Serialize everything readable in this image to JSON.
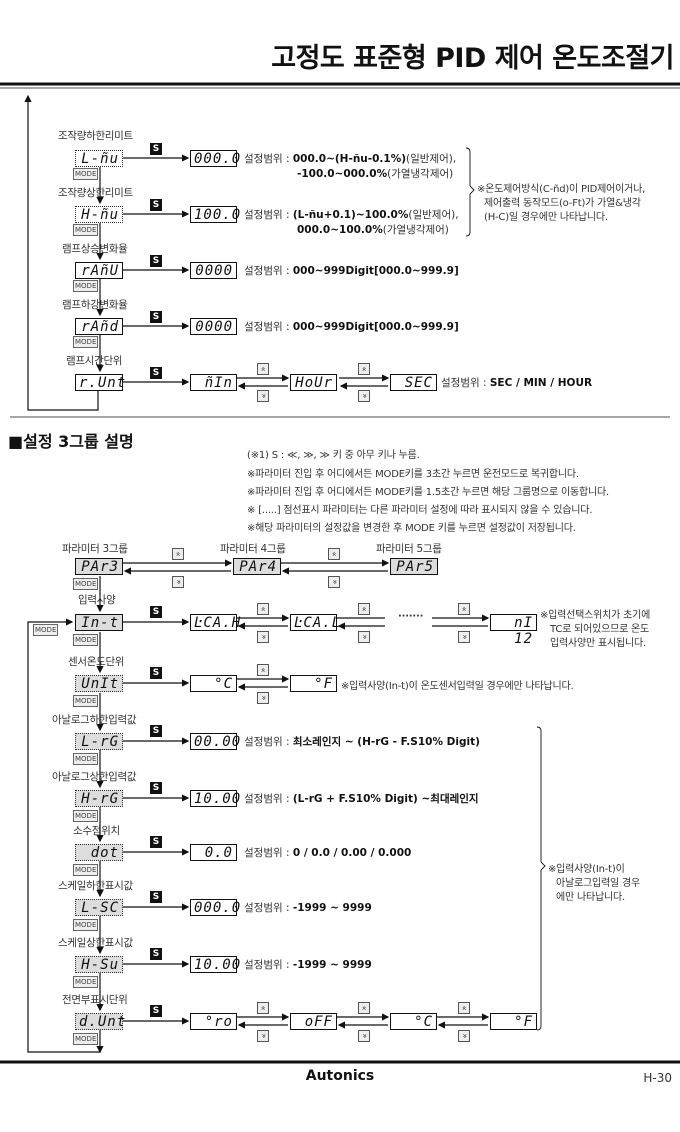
{
  "header": {
    "title": "고정도 표준형 PID 제어 온도조절기"
  },
  "keys": {
    "s": "S",
    "mode": "MODE",
    "up": "»",
    "down": "»"
  },
  "range_label": "설정범위 :",
  "section1": {
    "rows": [
      {
        "label": "조작량하한리미트",
        "code": "L-ñu",
        "value": "000.0",
        "l1b": "000.0~(H-ñu-0.1%)",
        "l1n": "(일반제어),",
        "l2b": "-100.0~000.0%",
        "l2n": "(가열냉각제어)"
      },
      {
        "label": "조작량상한리미트",
        "code": "H-ñu",
        "value": "100.0",
        "l1b": "(L-ñu+0.1)~100.0%",
        "l1n": "(일반제어),",
        "l2b": "000.0~100.0%",
        "l2n": "(가열냉각제어)"
      },
      {
        "label": "램프상승변화율",
        "code": "rAñU",
        "value": "0000",
        "range": "000~999Digit[000.0~999.9]"
      },
      {
        "label": "램프하강변화율",
        "code": "rAñd",
        "value": "0000",
        "range": "000~999Digit[000.0~999.9]"
      },
      {
        "label": "램프시간단위",
        "code": "r.Unt",
        "options": [
          "ñIn",
          "HoUr",
          "SEC"
        ],
        "range": "SEC / MIN / HOUR"
      }
    ],
    "note": [
      "※온도제어방식(C-ñd)이 PID제어이거나,",
      "제어출력 동작모드(o-Ft)가 가열&냉각",
      "(H-C)일 경우에만 나타납니다."
    ]
  },
  "section2": {
    "heading": "■설정 3그룹 설명",
    "notes": [
      "(※1) S : ≪, ≫, ≫ 키 중 아무 키나 누름.",
      "※파라미터 진입 후 어디에서든 MODE키를 3초간 누르면 운전모드로 복귀합니다.",
      "※파라미터 진입 후 어디에서든 MODE키를 1.5초간 누르면 해당 그룹명으로 이동합니다.",
      "※ [.....] 점선표시 파라미터는 다른 파라미터 설정에 따라 표시되지 않을 수 있습니다.",
      "※해당 파라미터의 설정값을 변경한 후 MODE 키를 누르면 설정값이 저장됩니다."
    ],
    "groups": [
      {
        "label": "파라미터 3그룹",
        "code": "PAr3"
      },
      {
        "label": "파라미터 4그룹",
        "code": "PAr4"
      },
      {
        "label": "파라미터 5그룹",
        "code": "PAr5"
      }
    ],
    "input": {
      "label": "입력사양",
      "code": "In-t",
      "options": [
        "ĿCA.H",
        "ĿCA.L",
        "nI 12"
      ],
      "ellipsis": "·······",
      "note": [
        "※입력선택스위치가 초기에",
        "TC로 되어있으므로 온도",
        "입력사양만 표시됩니다."
      ]
    },
    "unit": {
      "label": "센서온도단위",
      "code": "UnIt",
      "options": [
        "°C",
        "°F"
      ],
      "note": "※입력사양(In-t)이 온도센서입력일 경우에만 나타납니다."
    },
    "rows": [
      {
        "label": "아날로그하한입력값",
        "code": "L-rG",
        "value": "00.00",
        "rb": "최소레인지 ~ (H-rG - F.S10% Digit)"
      },
      {
        "label": "아날로그상한입력값",
        "code": "H-rG",
        "value": "10.00",
        "rb": "(L-rG + F.S10% Digit) ~최대레인지"
      },
      {
        "label": "소수점위치",
        "code": "dot",
        "value": "0.0",
        "rb": "0 / 0.0 / 0.00 / 0.000"
      },
      {
        "label": "스케일하한표시값",
        "code": "L-SC",
        "value": "000.0",
        "rb": "-1999 ~ 9999"
      },
      {
        "label": "스케일상한표시값",
        "code": "H-Su",
        "value": "10.00",
        "rb": "-1999 ~ 9999"
      }
    ],
    "dunit": {
      "label": "전면부표시단위",
      "code": "d.Unt",
      "options": [
        "°ro",
        "oFF",
        "°C",
        "°F"
      ]
    },
    "analog_note": [
      "※입력사양(In-t)이",
      "아날로그입력일 경우",
      "에만 나타납니다."
    ]
  },
  "footer": {
    "brand": "Autonics",
    "page": "H-30"
  }
}
